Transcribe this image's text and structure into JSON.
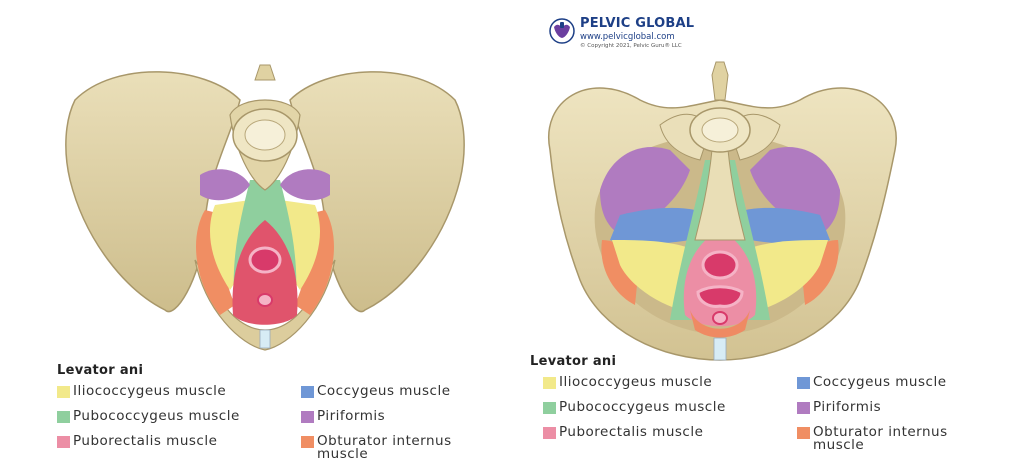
{
  "logo": {
    "title": "PELVIC GLOBAL",
    "url": "www.pelvicglobal.com",
    "copyright": "© Copyright 2021, Pelvic Guru® LLC"
  },
  "legend_title": "Levator ani",
  "legend": [
    {
      "label": "Iliococcygeus muscle",
      "color": "#f2e98a"
    },
    {
      "label": "Pubococcygeus muscle",
      "color": "#8fcf9e"
    },
    {
      "label": "Puborectalis muscle",
      "color": "#ec8ea5"
    },
    {
      "label": "Coccygeus muscle",
      "color": "#6f97d6"
    },
    {
      "label": "Piriformis",
      "color": "#b07bc0"
    },
    {
      "label": "Obturator internus muscle",
      "color": "#f08e63"
    }
  ]
}
